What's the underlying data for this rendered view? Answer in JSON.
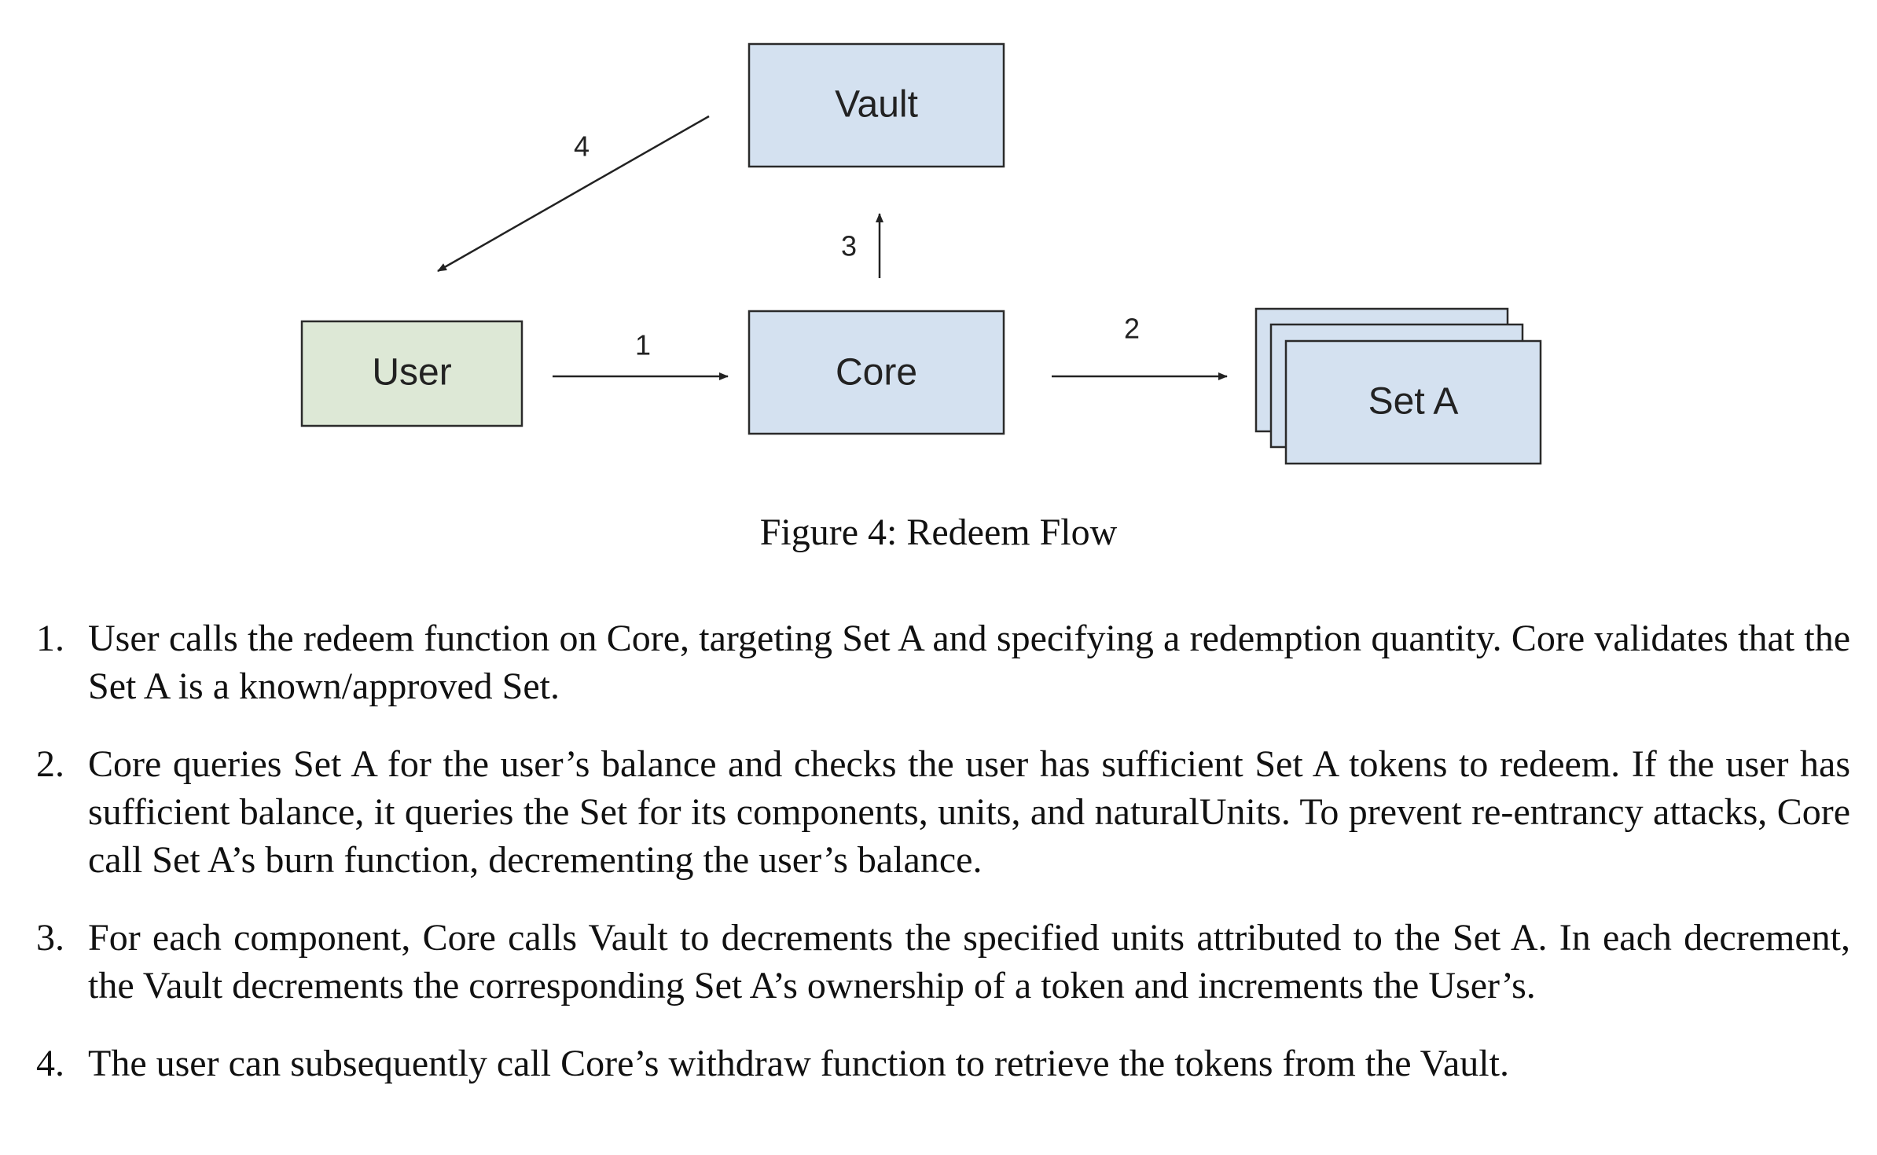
{
  "figure": {
    "nodes": {
      "vault": "Vault",
      "core": "Core",
      "user": "User",
      "set_a": "Set A"
    },
    "edges": {
      "e1": "1",
      "e2": "2",
      "e3": "3",
      "e4": "4"
    },
    "colors": {
      "blue_box": "#d4e1f0",
      "green_box": "#dde8d6"
    },
    "caption": "Figure 4: Redeem Flow"
  },
  "steps": [
    {
      "number": "1.",
      "text": "User calls the redeem function on Core, targeting Set A and specifying a redemption quantity.  Core validates that the Set A is a known/approved Set."
    },
    {
      "number": "2.",
      "text": "Core queries Set A for the user’s balance and checks the user has sufficient Set A tokens to redeem. If the user has sufficient balance, it queries the Set for its components, units, and naturalUnits.  To prevent re-entrancy attacks, Core call Set A’s burn function, decrementing the user’s balance."
    },
    {
      "number": "3.",
      "text": "For each component, Core calls Vault to decrements the specified units attributed to the Set A. In each decrement, the Vault decrements the corresponding Set A’s ownership of a token and increments the User’s."
    },
    {
      "number": "4.",
      "text": "The user can subsequently call Core’s withdraw function to retrieve the tokens from the Vault."
    }
  ]
}
